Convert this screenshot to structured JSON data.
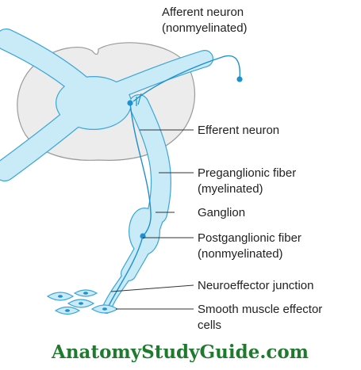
{
  "labels": {
    "afferent_neuron": "Afferent neuron",
    "afferent_neuron_note": "(nonmyelinated)",
    "efferent_neuron": "Efferent neuron",
    "preganglionic_fiber": "Preganglionic fiber",
    "preganglionic_fiber_note": "(myelinated)",
    "ganglion": "Ganglion",
    "postganglionic_fiber": "Postganglionic fiber",
    "postganglionic_fiber_note": "(nonmyelinated)",
    "neuroeffector_junction": "Neuroeffector junction",
    "smooth_muscle_cells_line1": "Smooth muscle effector",
    "smooth_muscle_cells_line2": "cells"
  },
  "watermark": "AnatomyStudyGuide.com",
  "colors": {
    "nerve_fill": "#c9eaf7",
    "nerve_outline": "#3aa6d8",
    "spinal_cord_fill": "#ececec",
    "spinal_cord_outline": "#9a9a9a",
    "neuron_dot": "#1e90d0",
    "watermark_text": "#1f7a2e"
  }
}
